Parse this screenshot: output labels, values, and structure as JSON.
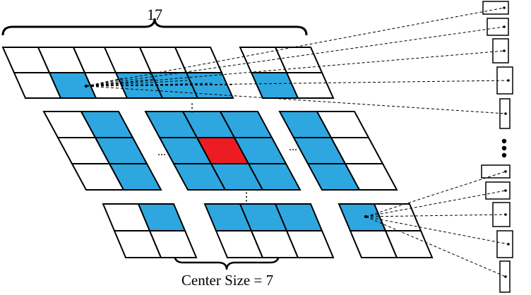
{
  "labels": {
    "top_count": "17",
    "center_size": "Center Size = 7",
    "ellipsis_h": "...",
    "ellipsis_v": "⋮"
  },
  "colors": {
    "highlight": "#2ea7e0",
    "center": "#ed1c24",
    "line": "#000000",
    "background": "#ffffff"
  },
  "grid": {
    "rows": 3,
    "cols": 3,
    "groups": [
      {
        "name": "top-left",
        "cells": [
          [
            0,
            0,
            0
          ],
          [
            0,
            1,
            0
          ]
        ]
      },
      {
        "name": "top-middle",
        "cells": [
          [
            0,
            0,
            0
          ],
          [
            1,
            1,
            1
          ]
        ]
      },
      {
        "name": "top-right",
        "cells": [
          [
            0,
            0
          ],
          [
            1,
            0
          ]
        ]
      },
      {
        "name": "middle-left",
        "cells": [
          [
            0,
            1
          ],
          [
            0,
            1
          ],
          [
            0,
            1
          ]
        ]
      },
      {
        "name": "middle-center",
        "cells": [
          [
            1,
            1,
            1
          ],
          [
            1,
            2,
            1
          ],
          [
            1,
            1,
            1
          ]
        ]
      },
      {
        "name": "middle-right",
        "cells": [
          [
            1,
            0
          ],
          [
            1,
            0
          ],
          [
            1,
            0
          ]
        ]
      },
      {
        "name": "bottom-left",
        "cells": [
          [
            0,
            1
          ],
          [
            0,
            0
          ]
        ]
      },
      {
        "name": "bottom-middle",
        "cells": [
          [
            1,
            1,
            1
          ],
          [
            0,
            0,
            0
          ]
        ]
      },
      {
        "name": "bottom-right",
        "cells": [
          [
            1,
            0
          ],
          [
            0,
            0
          ]
        ]
      }
    ]
  }
}
